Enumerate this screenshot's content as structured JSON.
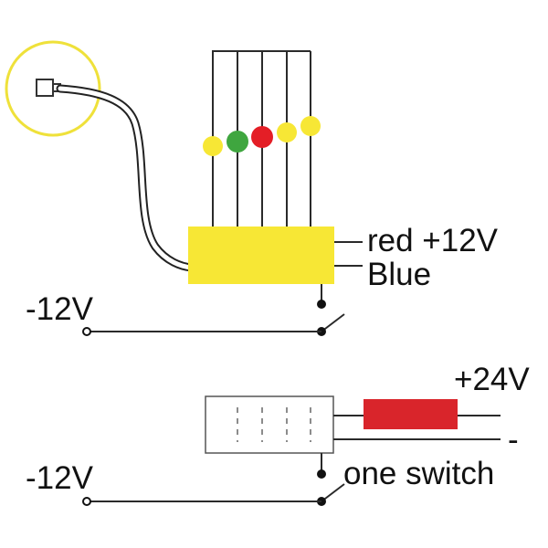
{
  "labels": {
    "red": "red +12V",
    "blue": "Blue",
    "neg12_top": "-12V",
    "plus24": "+24V",
    "minus": "-",
    "neg12_bottom": "-12V",
    "one_switch": "one switch"
  },
  "colors": {
    "yellow": "#f7e735",
    "green": "#3fa63f",
    "red": "#e41e26",
    "resistor_red": "#d9252b",
    "highlight_circle": "#efe13a",
    "wire": "#2a2a2a"
  },
  "led_colors": [
    "yellow",
    "green",
    "red",
    "yellow",
    "yellow"
  ]
}
